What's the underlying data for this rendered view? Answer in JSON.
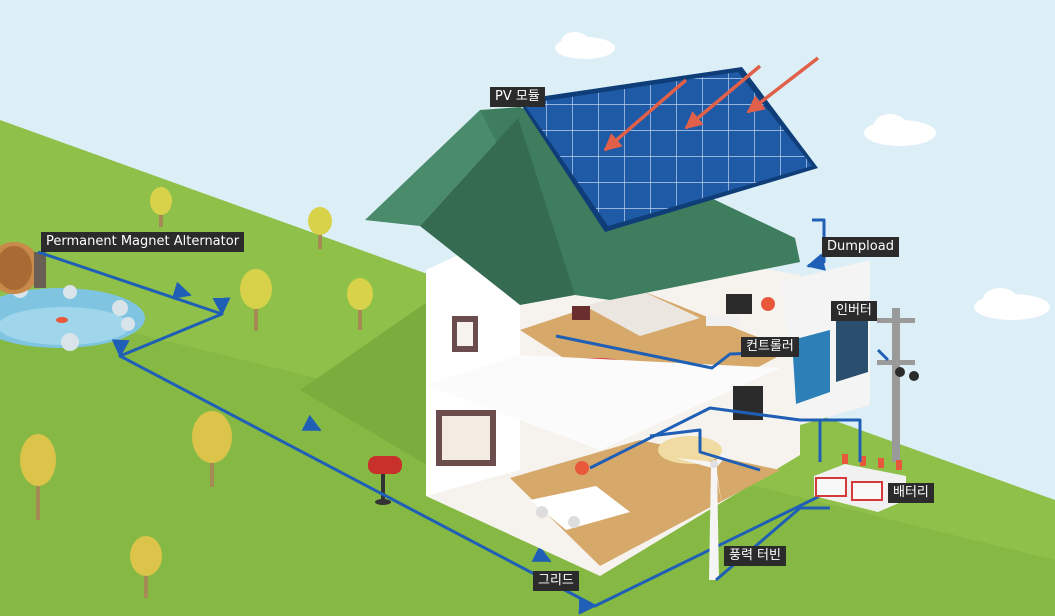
{
  "labels": {
    "pv_module": "PV 모듈",
    "alternator": "Permanent Magnet Alternator",
    "dumpload": "Dumpload",
    "inverter": "인버터",
    "controller": "컨트롤러",
    "battery": "배터리",
    "wind_turbine": "풍력 터빈",
    "grid": "그리드"
  },
  "colors": {
    "sky": "#dceef6",
    "grass": "#8fc04a",
    "roof": "#3e7d5e",
    "solar_panel": "#1f5aa6",
    "wire": "#1f5fb5",
    "sun_ray": "#e0604a",
    "floor": "#d6a86a",
    "wall": "#ffffff",
    "pond": "#7fc4e0",
    "label_bg": "#2b2b2b"
  }
}
